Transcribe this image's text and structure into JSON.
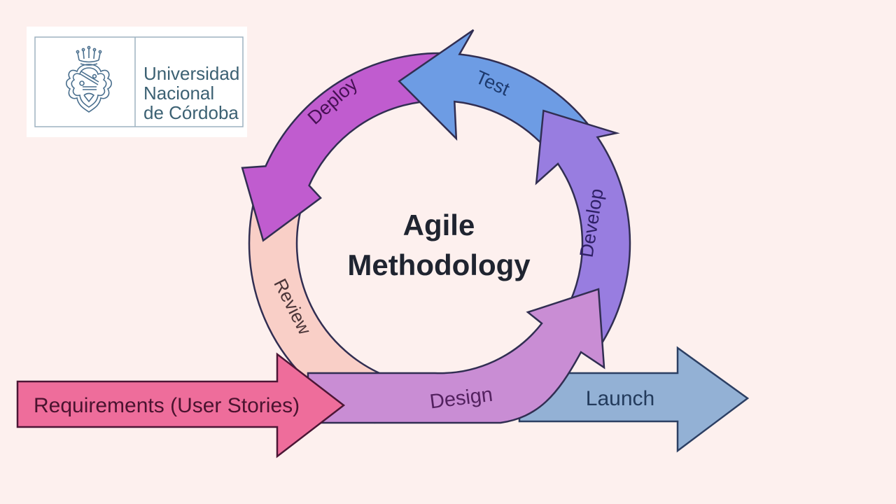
{
  "page": {
    "background": "#fdf0ee",
    "outline_color": "#312e52"
  },
  "logo": {
    "institution_line1": "Universidad",
    "institution_line2": "Nacional",
    "institution_line3": "de Córdoba",
    "text_color": "#3c6173",
    "crest_icon": "university-coat-of-arms",
    "border_color": "#9db2c0"
  },
  "diagram": {
    "title": {
      "line1": "Agile",
      "line2": "Methodology",
      "color": "#1f2430"
    },
    "cycle": [
      {
        "id": "deploy",
        "label": "Deploy",
        "fill": "#c05ccf",
        "label_color": "#471055"
      },
      {
        "id": "test",
        "label": "Test",
        "fill": "#6d9ce4",
        "label_color": "#1d3a6e"
      },
      {
        "id": "develop",
        "label": "Develop",
        "fill": "#987de0",
        "label_color": "#2f2066"
      },
      {
        "id": "design",
        "label": "Design",
        "fill": "#c98dd4",
        "label_color": "#53215f"
      },
      {
        "id": "review",
        "label": "Review",
        "fill": "#f9cfc7",
        "label_color": "#4a3538"
      }
    ],
    "input_arrow": {
      "label": "Requirements (User Stories)",
      "fill": "#ee6d9b",
      "stroke": "#4c1635",
      "label_color": "#4a132f"
    },
    "output_arrow": {
      "label": "Launch",
      "fill": "#93b1d5",
      "stroke": "#2c3f63",
      "label_color": "#233b5c"
    }
  }
}
